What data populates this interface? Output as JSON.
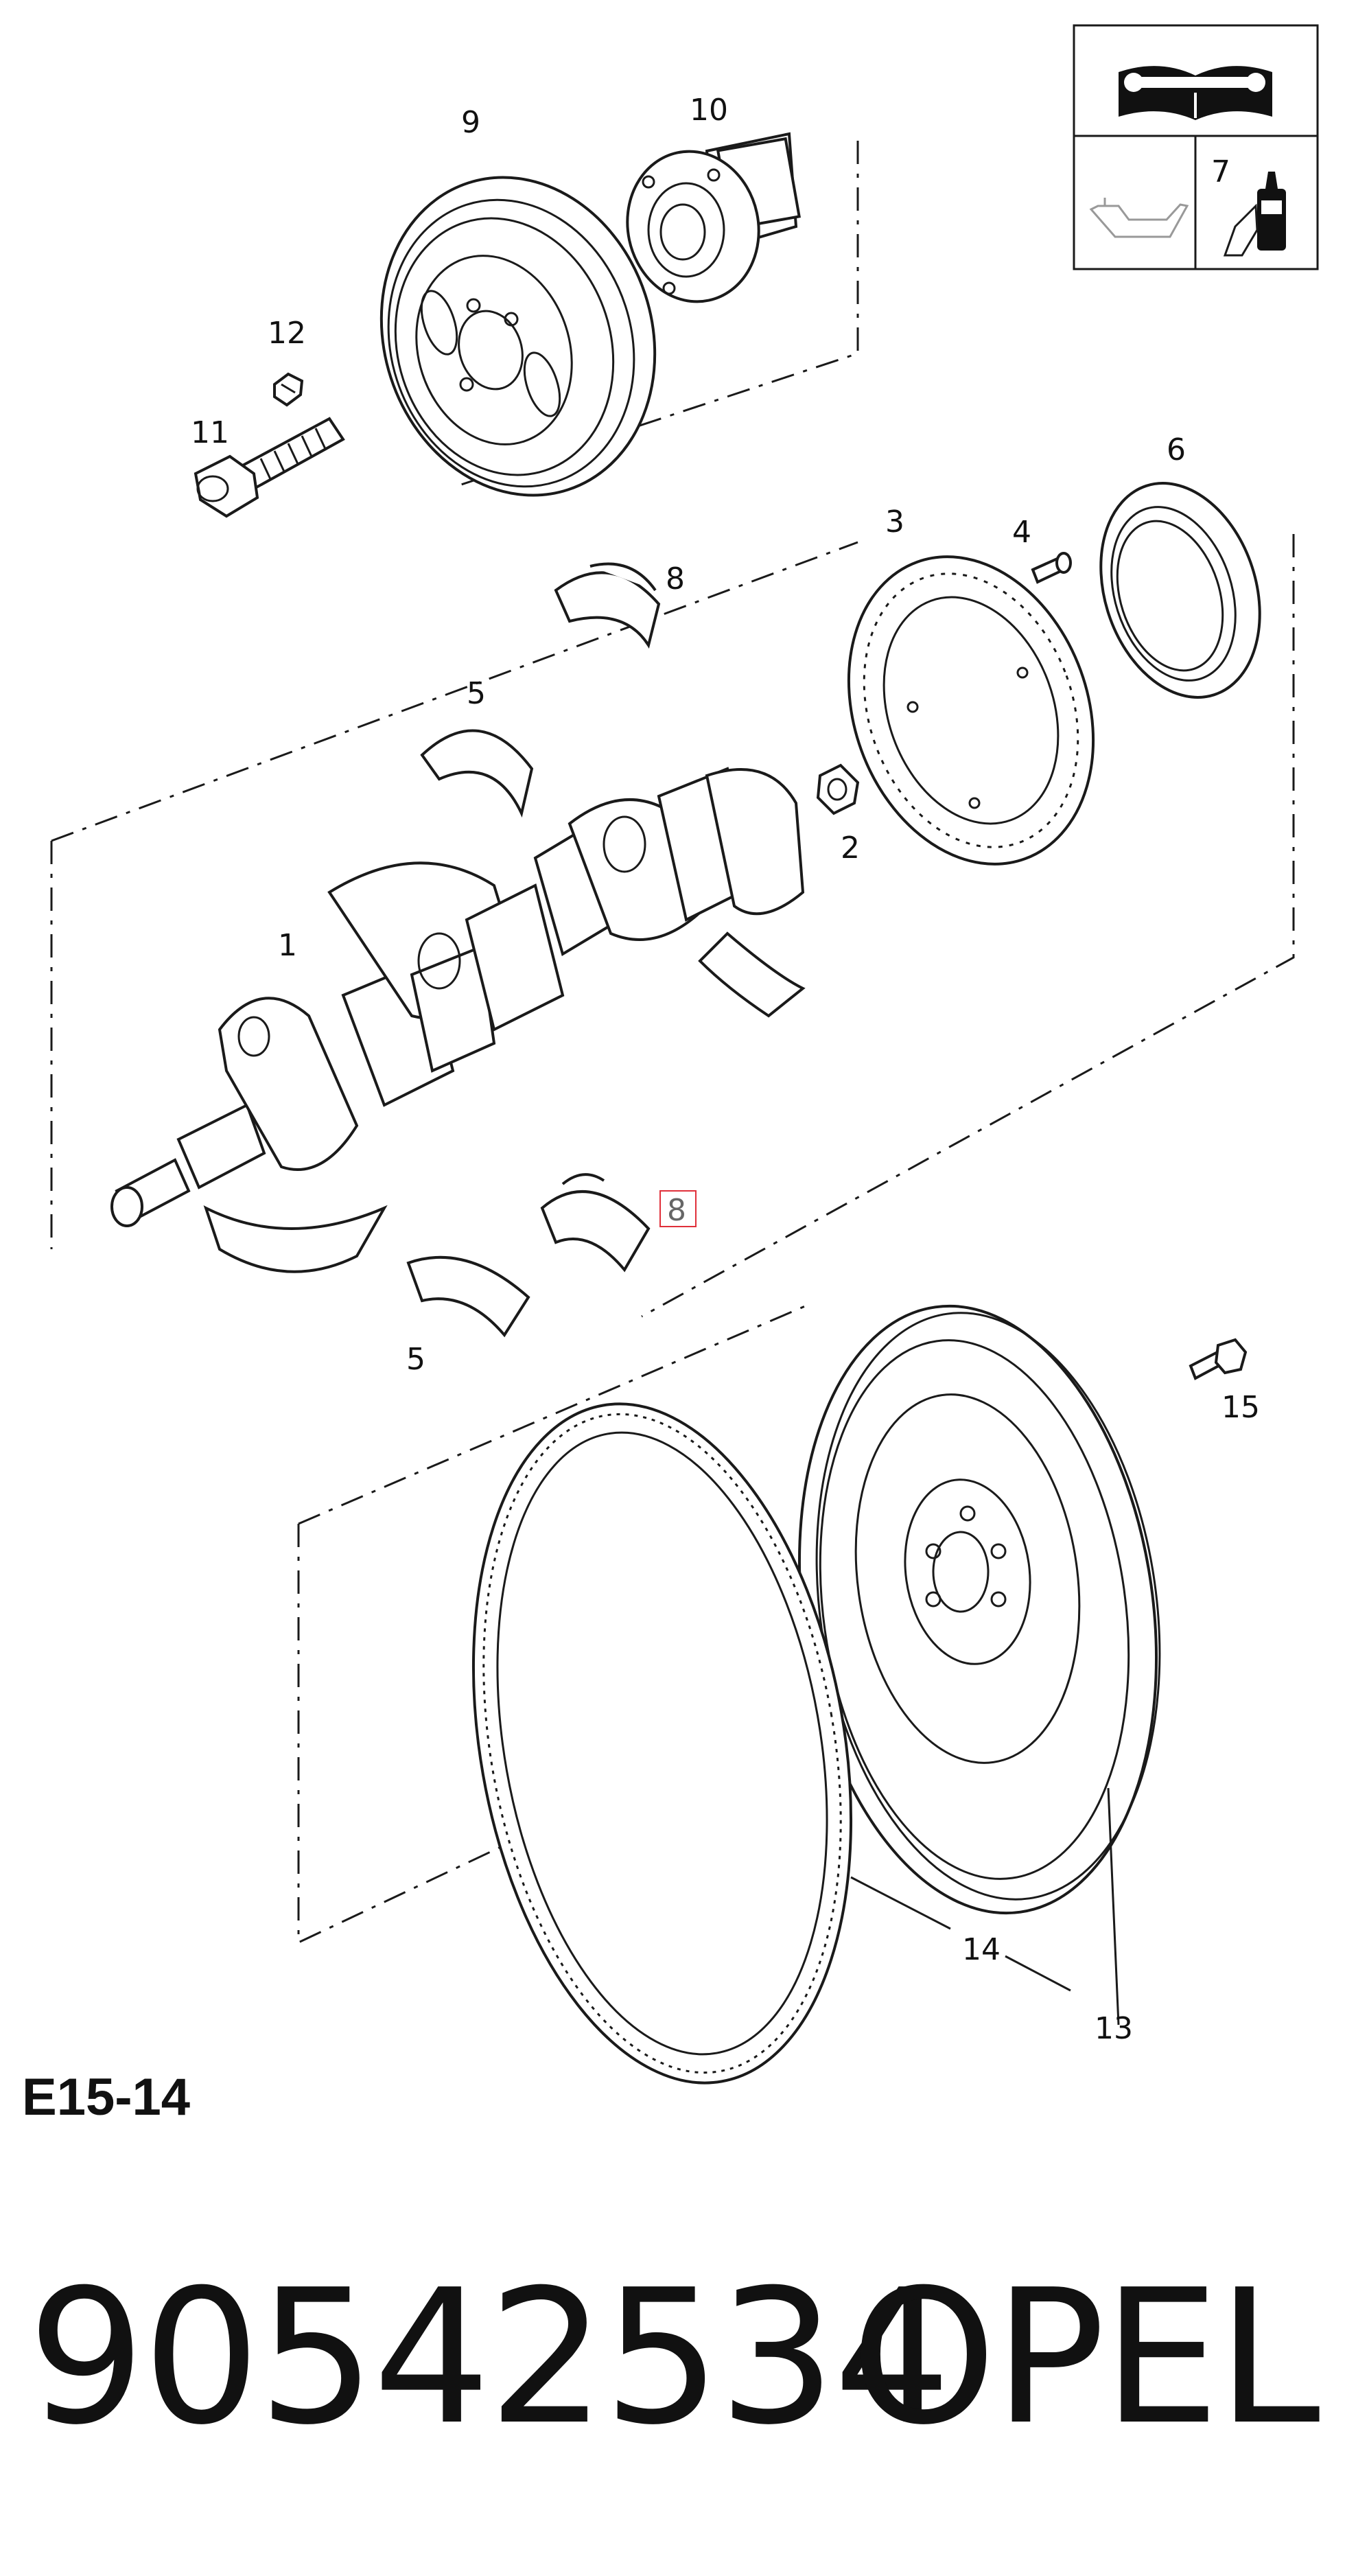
{
  "callouts": {
    "c1": "1",
    "c2": "2",
    "c3": "3",
    "c4": "4",
    "c5a": "5",
    "c5b": "5",
    "c6": "6",
    "c7": "7",
    "c8a": "8",
    "c8b": "8",
    "c9": "9",
    "c10": "10",
    "c11": "11",
    "c12": "12",
    "c13": "13",
    "c14": "14",
    "c15": "15"
  },
  "section_code": "E15-14",
  "part_number": "90542534",
  "brand": "OPEL",
  "icons": {
    "manual": "repair-manual-icon",
    "oil": "oil-can-icon",
    "adhesive": "adhesive-tube-icon"
  },
  "colors": {
    "line": "#1a1a1a",
    "highlight": "#e0303a",
    "background": "#ffffff"
  }
}
